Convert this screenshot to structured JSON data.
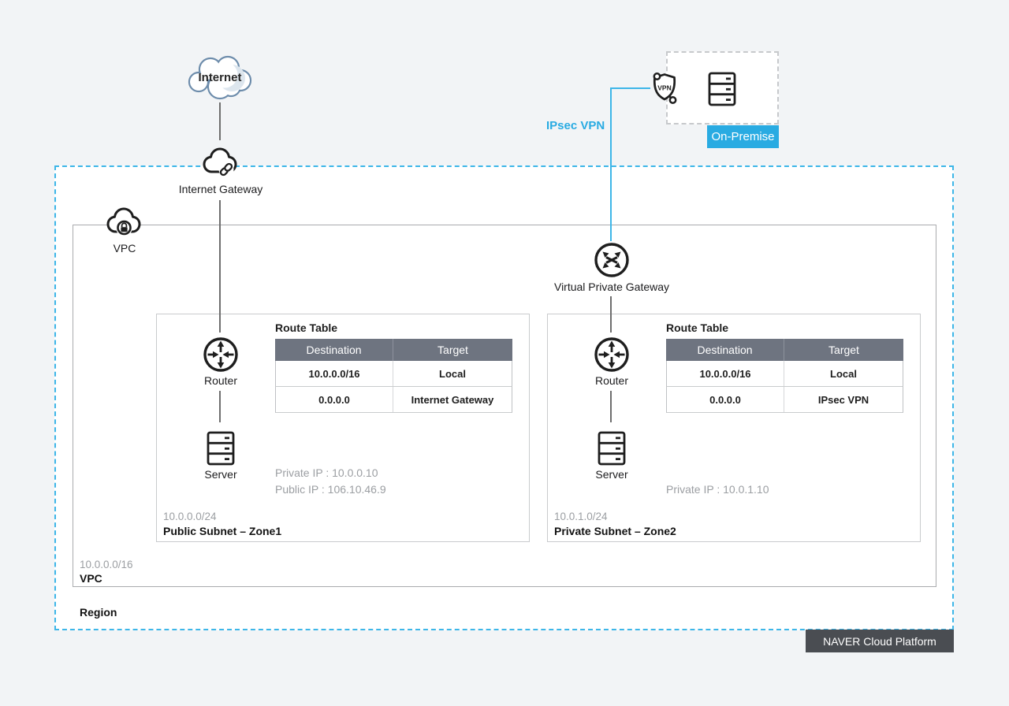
{
  "colors": {
    "accent_cyan": "#29abe2",
    "badge_dark": "#4a4d52",
    "table_header": "#6e7480",
    "page_background": "#f2f4f6"
  },
  "internet": {
    "label": "Internet"
  },
  "internet_gateway": {
    "label": "Internet Gateway"
  },
  "on_premise": {
    "badge_label": "On-Premise"
  },
  "ipsec_link": {
    "label": "IPsec VPN"
  },
  "vpc_icon": {
    "label": "VPC"
  },
  "virtual_private_gateway": {
    "label": "Virtual Private Gateway"
  },
  "icons": {
    "internet": "cloud-icon",
    "internet_gateway": "cloud-link-icon",
    "vpc": "cloud-lock-icon",
    "vpn": "shield-vpn-icon",
    "vpn_text": "VPN",
    "server": "server-rack-icon",
    "router": "router-icon",
    "virtual_private_gateway": "crossover-arrows-icon"
  },
  "subnets": [
    {
      "route_table_title": "Route Table",
      "headers": [
        "Destination",
        "Target"
      ],
      "rows": [
        [
          "10.0.0.0/16",
          "Local"
        ],
        [
          "0.0.0.0",
          "Internet Gateway"
        ]
      ],
      "router_label": "Router",
      "server_label": "Server",
      "ip_lines": [
        "Private IP : 10.0.0.10",
        "Public IP : 106.10.46.9"
      ],
      "cidr": "10.0.0.0/24",
      "name": "Public Subnet – Zone1"
    },
    {
      "route_table_title": "Route Table",
      "headers": [
        "Destination",
        "Target"
      ],
      "rows": [
        [
          "10.0.0.0/16",
          "Local"
        ],
        [
          "0.0.0.0",
          "IPsec VPN"
        ]
      ],
      "router_label": "Router",
      "server_label": "Server",
      "ip_lines": [
        "Private IP : 10.0.1.10"
      ],
      "cidr": "10.0.1.0/24",
      "name": "Private Subnet – Zone2"
    }
  ],
  "vpc": {
    "cidr": "10.0.0.0/16",
    "label": "VPC"
  },
  "region": {
    "label": "Region"
  },
  "brand": {
    "label": "NAVER Cloud Platform"
  }
}
